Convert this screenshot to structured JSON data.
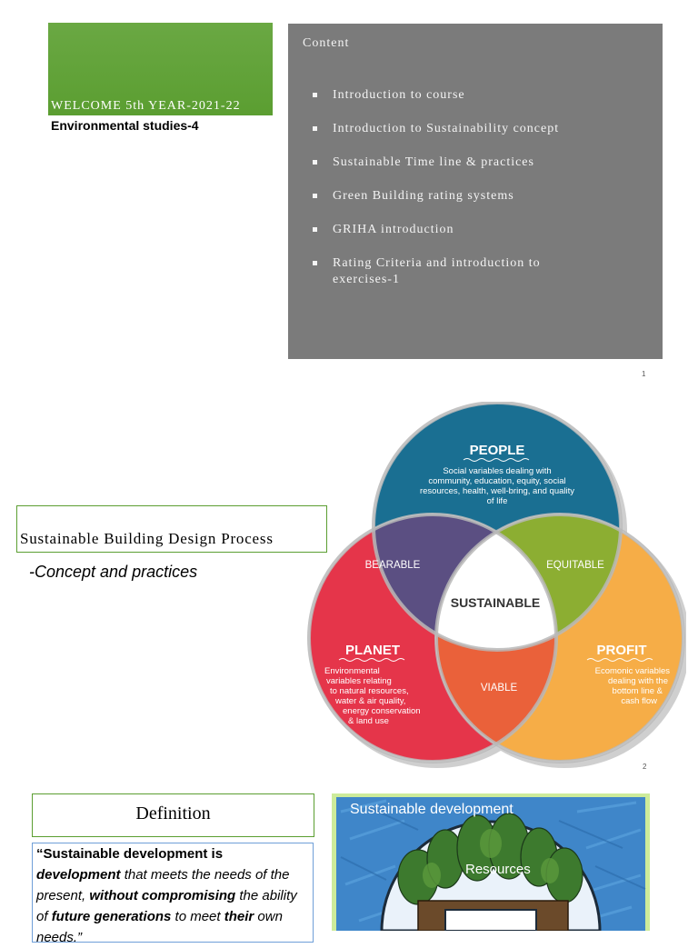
{
  "slide1": {
    "welcome": "WELCOME 5th YEAR-2021-22",
    "course": "Environmental studies-4",
    "content_heading": "Content",
    "items": [
      {
        "line1": "Introduction to course",
        "line2": ""
      },
      {
        "line1": "Introduction to Sustainability concept",
        "line2": ""
      },
      {
        "line1": "Sustainable Time line & practices",
        "line2": ""
      },
      {
        "line1": "Green Building rating systems",
        "line2": ""
      },
      {
        "line1": "GRIHA introduction",
        "line2": ""
      },
      {
        "line1": "Rating Criteria and introduction to",
        "line2": "exercises-1"
      }
    ],
    "page": "1"
  },
  "slide2": {
    "title": "Sustainable Building Design Process",
    "subtitle": "-Concept and practices",
    "venn": {
      "people": {
        "title": "PEOPLE",
        "lines": [
          "Social variables dealing with",
          "community, education, equity, social",
          "resources, health, well-bring, and quality",
          "of life"
        ],
        "color": "#1a6f92"
      },
      "planet": {
        "title": "PLANET",
        "lines": [
          "Environmental",
          "variables relating",
          "to natural resources,",
          "water & air quality,",
          "energy conservation",
          "& land use"
        ],
        "color": "#e5354a"
      },
      "profit": {
        "title": "PROFIT",
        "lines": [
          "Ecomonic variables",
          "dealing with the",
          "bottom line &",
          "cash flow"
        ],
        "color": "#f6ad47"
      },
      "bearable": {
        "label": "BEARABLE",
        "color": "#5b4f82"
      },
      "equitable": {
        "label": "EQUITABLE",
        "color": "#8cae32"
      },
      "viable": {
        "label": "VIABLE",
        "color": "#ea613a"
      },
      "sustainable": {
        "label": "SUSTAINABLE"
      }
    },
    "page": "2"
  },
  "slide3": {
    "definition_title": "Definition",
    "quote": [
      {
        "text": "“Sustainable development is ",
        "b": true,
        "i": false
      },
      {
        "text": "development",
        "b": true,
        "i": true
      },
      {
        "text": " that meets the needs of the present, ",
        "b": false,
        "i": true
      },
      {
        "text": "without compromising",
        "b": true,
        "i": true
      },
      {
        "text": " the ability of ",
        "b": false,
        "i": true
      },
      {
        "text": "future generations",
        "b": true,
        "i": true
      },
      {
        "text": " to meet ",
        "b": false,
        "i": true
      },
      {
        "text": "their",
        "b": true,
        "i": true
      },
      {
        "text": " own needs.”",
        "b": false,
        "i": true
      }
    ],
    "image_caption": "Sustainable development",
    "image_label": "Resources"
  }
}
